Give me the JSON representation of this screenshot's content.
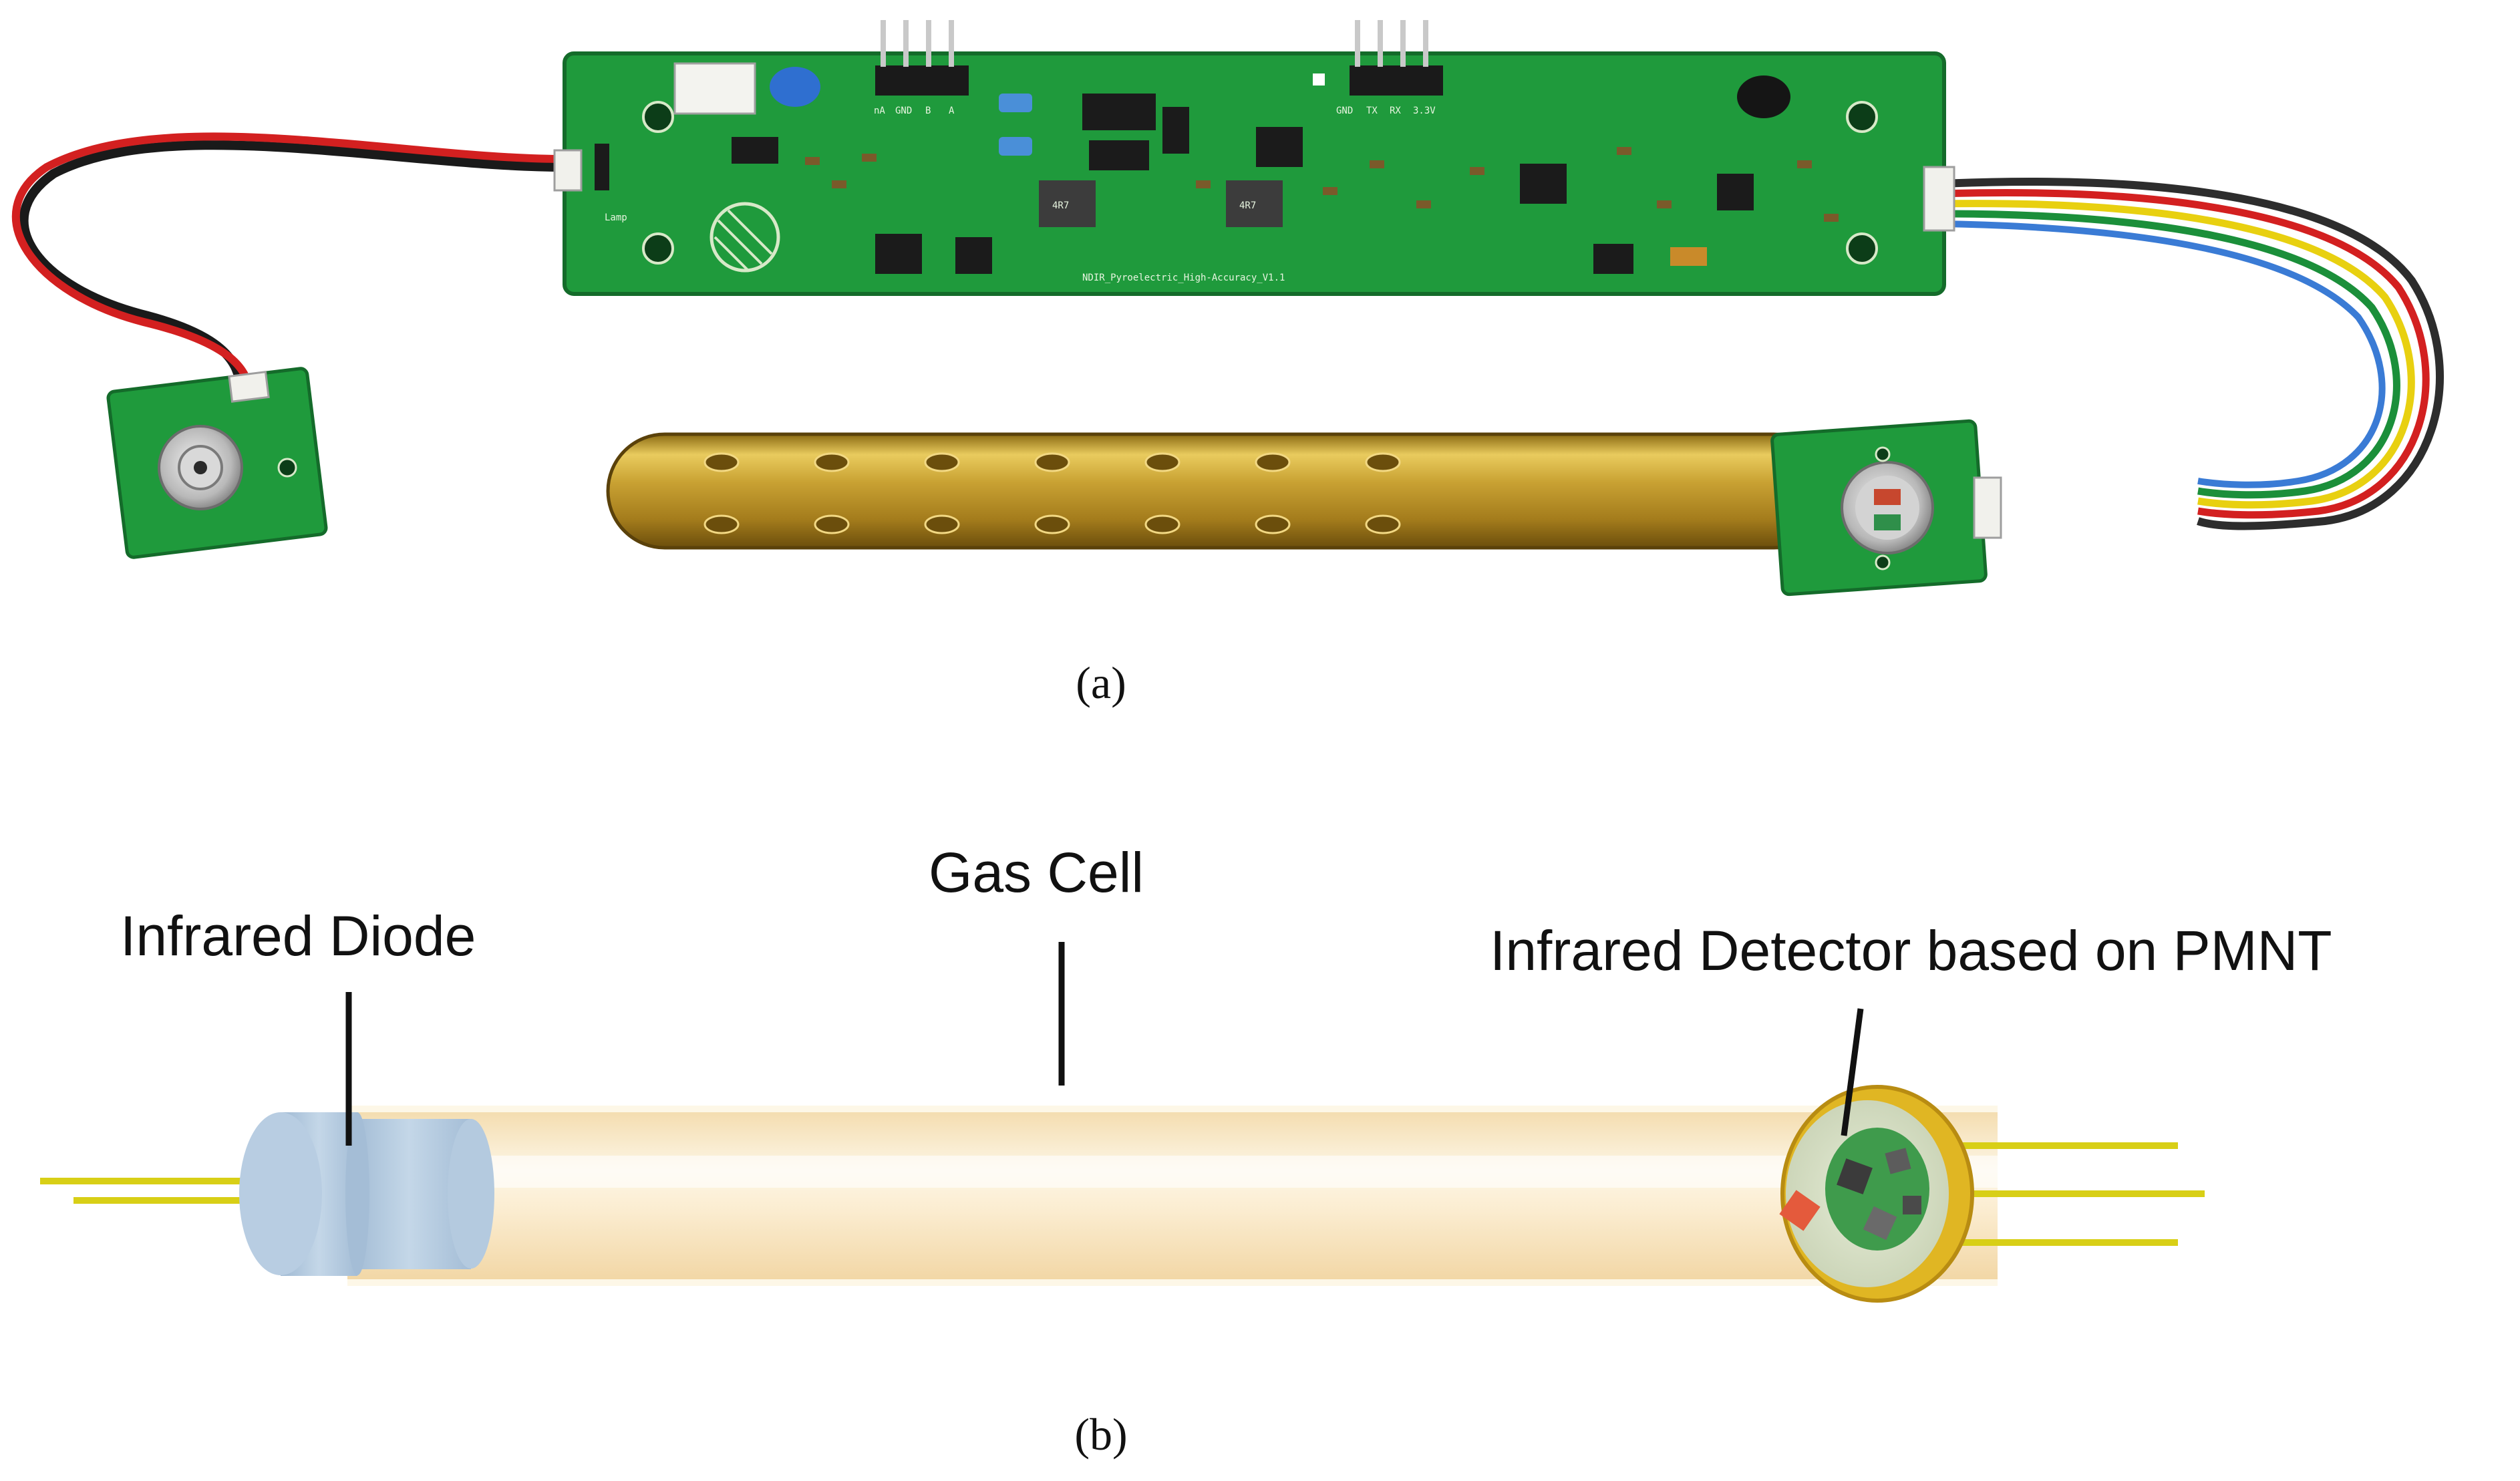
{
  "figure": {
    "panel_a_label": "(a)",
    "panel_b_label": "(b)",
    "callouts": {
      "diode": "Infrared Diode",
      "gas_cell": "Gas Cell",
      "detector": "Infrared Detector based on PMNT"
    }
  },
  "photo": {
    "pcb_header_left_pins": [
      "nA",
      "GND",
      "B",
      "A"
    ],
    "pcb_header_right_pins": [
      "GND",
      "TX",
      "RX",
      "3.3V"
    ],
    "inductor_marking": "4R7",
    "board_name": "NDIR_Pyroelectric_High-Accuracy_V1.1",
    "lamp_label": "Lamp"
  },
  "colors": {
    "pcb_green": "#1f9a3c",
    "pcb_dark": "#146b2a",
    "brass": "#c9a233",
    "gas_cell_glow": "#fbefd0",
    "diode_blue": "#a9c3dc",
    "detector_gold": "#e0b623",
    "lead_yellow": "#d8cf16",
    "wire_red": "#d32020",
    "wire_black": "#1a1a1a"
  }
}
